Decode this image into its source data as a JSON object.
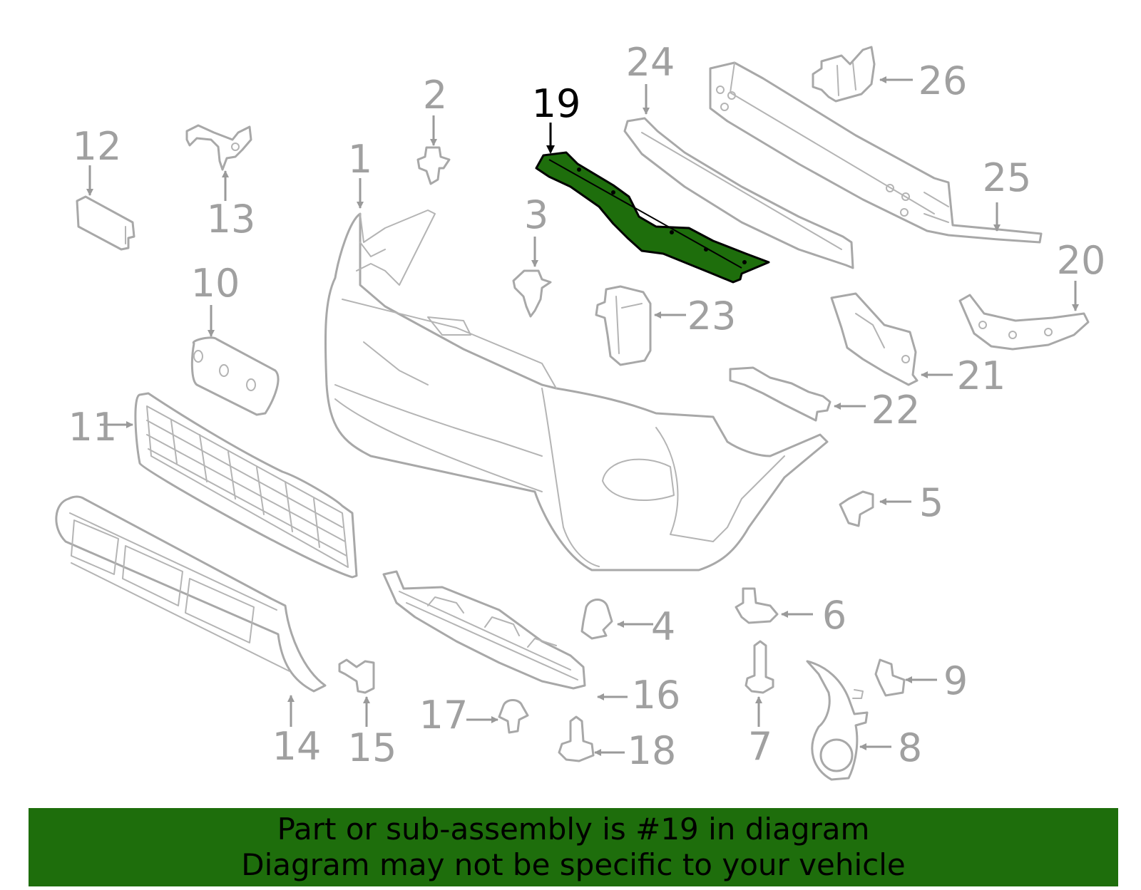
{
  "callouts": {
    "c1": "1",
    "c2": "2",
    "c3": "3",
    "c4": "4",
    "c5": "5",
    "c6": "6",
    "c7": "7",
    "c8": "8",
    "c9": "9",
    "c10": "10",
    "c11": "11",
    "c12": "12",
    "c13": "13",
    "c14": "14",
    "c15": "15",
    "c16": "16",
    "c17": "17",
    "c18": "18",
    "c19": "19",
    "c20": "20",
    "c21": "21",
    "c22": "22",
    "c23": "23",
    "c24": "24",
    "c25": "25",
    "c26": "26"
  },
  "highlight": {
    "part_number": "19",
    "color": "#1e6e0c"
  },
  "banner": {
    "line1": "Part or sub-assembly is #19 in diagram",
    "line2": "Diagram may not be specific to your vehicle",
    "color": "#1e6e0c"
  }
}
